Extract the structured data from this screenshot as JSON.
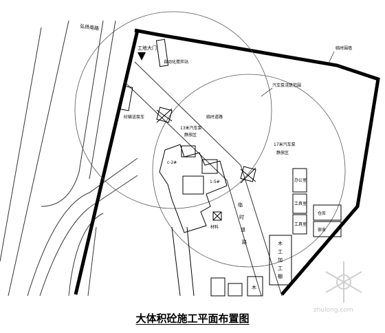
{
  "title": "大体积砼施工平面布置图",
  "labels": {
    "road_name": "弘扬南路",
    "gate": "工地大门",
    "mixer_area": "自动化搅拌站",
    "concrete_pump": "砼输送泵车",
    "fence": "临时围墙",
    "crane_reach": "汽车泵浇筑范围",
    "temp_road": "临时道路",
    "crane_left_a": "13米汽车泵",
    "crane_left_b": "静放区",
    "crane_right_a": "17米汽车泵",
    "crane_right_b": "静放区",
    "bldg_left": "c-2#",
    "bldg_right": "1-5#",
    "office": "办公室",
    "tool_room_1": "工具室",
    "tool_room_2": "工具室",
    "warehouse": "仓库",
    "dorm": "宿舍",
    "materials": "材料",
    "road_v1": "临",
    "road_v2": "时",
    "road_v3": "道",
    "road_v4": "路",
    "yard_a": "木",
    "yard_b": "工",
    "yard_c": "加",
    "yard_d": "工",
    "yard_e": "棚",
    "bottom_hut": "木"
  },
  "watermark": "zhulong.com"
}
